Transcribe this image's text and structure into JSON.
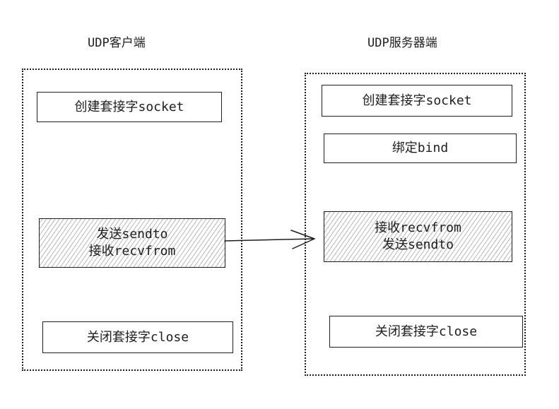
{
  "client": {
    "title": "UDP客户端",
    "boxes": {
      "create": "创建套接字socket",
      "send": "发送sendto",
      "recv": "接收recvfrom",
      "close": "关闭套接字close"
    }
  },
  "server": {
    "title": "UDP服务器端",
    "boxes": {
      "create": "创建套接字socket",
      "bind": "绑定bind",
      "recv": "接收recvfrom",
      "send": "发送sendto",
      "close": "关闭套接字close"
    }
  },
  "colors": {
    "stroke": "#1e1e1e",
    "hatch": "#b8b8b8",
    "background": "#ffffff"
  }
}
